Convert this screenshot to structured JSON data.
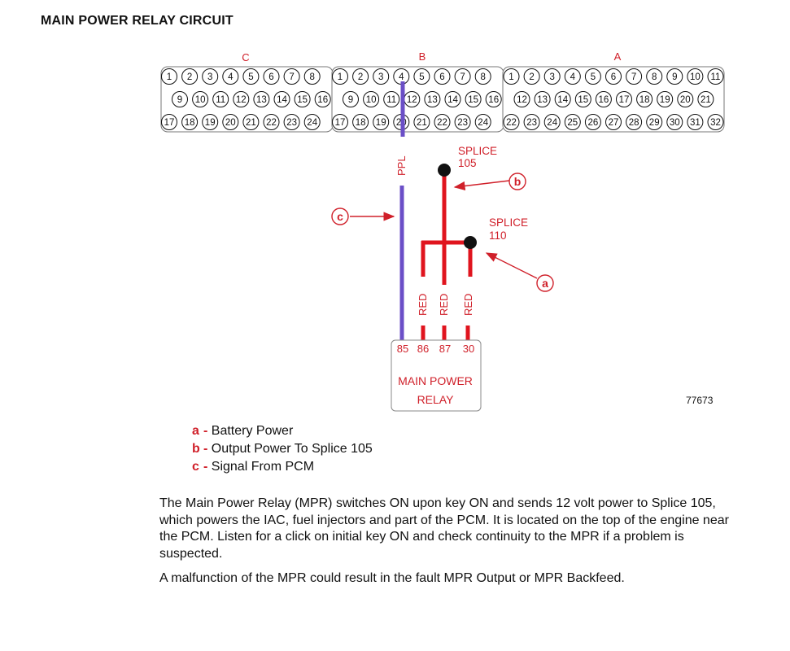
{
  "title": "MAIN POWER RELAY CIRCUIT",
  "connectors": [
    {
      "name": "C",
      "rows": [
        [
          "1",
          "2",
          "3",
          "4",
          "5",
          "6",
          "7",
          "8"
        ],
        [
          "9",
          "10",
          "11",
          "12",
          "13",
          "14",
          "15",
          "16"
        ],
        [
          "17",
          "18",
          "19",
          "20",
          "21",
          "22",
          "23",
          "24"
        ]
      ]
    },
    {
      "name": "B",
      "rows": [
        [
          "1",
          "2",
          "3",
          "4",
          "5",
          "6",
          "7",
          "8"
        ],
        [
          "9",
          "10",
          "11",
          "12",
          "13",
          "14",
          "15",
          "16"
        ],
        [
          "17",
          "18",
          "19",
          "20",
          "21",
          "22",
          "23",
          "24"
        ]
      ]
    },
    {
      "name": "A",
      "rows": [
        [
          "1",
          "2",
          "3",
          "4",
          "5",
          "6",
          "7",
          "8",
          "9",
          "10",
          "11"
        ],
        [
          "12",
          "13",
          "14",
          "15",
          "16",
          "17",
          "18",
          "19",
          "20",
          "21"
        ],
        [
          "22",
          "23",
          "24",
          "25",
          "26",
          "27",
          "28",
          "29",
          "30",
          "31",
          "32"
        ]
      ]
    }
  ],
  "wire_labels": {
    "ppl": "PPL",
    "red": "RED"
  },
  "splices": {
    "s105": {
      "label": "SPLICE",
      "number": "105"
    },
    "s110": {
      "label": "SPLICE",
      "number": "110"
    }
  },
  "callouts": {
    "a": "a",
    "b": "b",
    "c": "c"
  },
  "relay": {
    "pins": [
      "85",
      "86",
      "87",
      "30"
    ],
    "name_line1": "MAIN POWER",
    "name_line2": "RELAY"
  },
  "figure_number": "77673",
  "legend": [
    {
      "key": "a",
      "sep": "-",
      "text": "Battery Power"
    },
    {
      "key": "b",
      "sep": "-",
      "text": "Output Power To Splice 105"
    },
    {
      "key": "c",
      "sep": "-",
      "text": "Signal From PCM"
    }
  ],
  "paragraphs": [
    "The Main Power Relay (MPR) switches ON upon key ON and sends 12 volt power to Splice 105, which powers the IAC, fuel injectors and part of the PCM. It is located on the top of the engine near the PCM. Listen for a click on initial key ON and check continuity to the MPR if a problem is suspected.",
    "A malfunction of the MPR could result in the fault MPR Output or MPR Backfeed."
  ],
  "colors": {
    "red": "#e0141e",
    "purple": "#6b4fc7",
    "label_red": "#d0202a",
    "black": "#111111"
  }
}
